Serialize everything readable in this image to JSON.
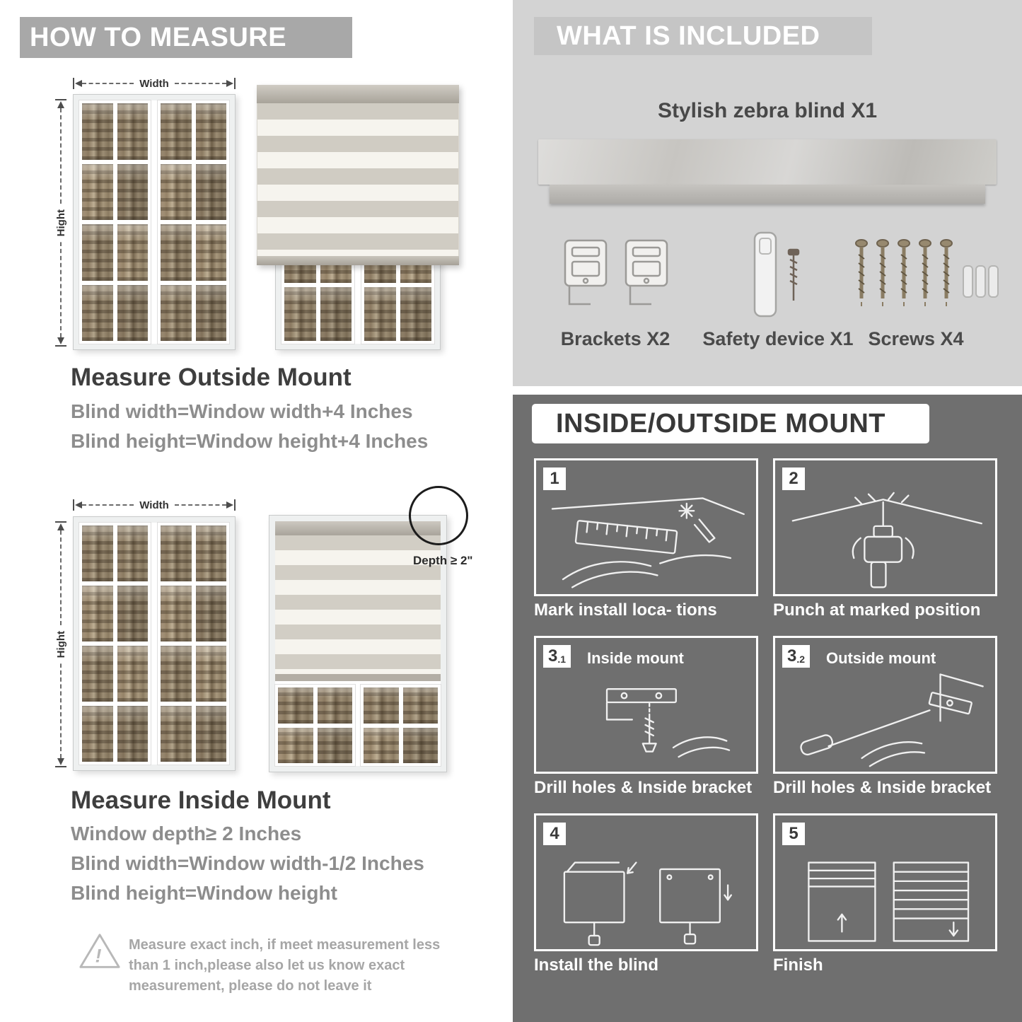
{
  "left": {
    "banner": "HOW TO MEASURE",
    "outside": {
      "width_label": "Width",
      "height_label": "Hight",
      "heading": "Measure Outside Mount",
      "lines": [
        "Blind width=Window width+4 Inches",
        "Blind height=Window height+4 Inches"
      ]
    },
    "inside": {
      "width_label": "Width",
      "height_label": "Hight",
      "depth_label": "Depth ≥ 2\"",
      "heading": "Measure Inside Mount",
      "lines": [
        "Window depth≥ 2 Inches",
        "Blind width=Window width-1/2 Inches",
        "Blind height=Window height"
      ]
    },
    "note": "Measure exact inch, if meet measurement less than 1 inch,please also let us know exact measurement, please do not leave it"
  },
  "included": {
    "banner": "WHAT IS INCLUDED",
    "product": "Stylish zebra blind X1",
    "items": [
      {
        "icon": "bracket-icon",
        "label": "Brackets X2"
      },
      {
        "icon": "safety-device-icon",
        "label": "Safety device X1"
      },
      {
        "icon": "screws-icon",
        "label": "Screws X4"
      }
    ]
  },
  "mount": {
    "banner": "INSIDE/OUTSIDE MOUNT",
    "steps": [
      {
        "num": "1",
        "sub": "",
        "label": "",
        "caption": "Mark install loca- tions"
      },
      {
        "num": "2",
        "sub": "",
        "label": "",
        "caption": "Punch at  marked position"
      },
      {
        "num": "3",
        "sub": ".1",
        "label": "Inside mount",
        "caption": "Drill holes &  Inside bracket"
      },
      {
        "num": "3",
        "sub": ".2",
        "label": "Outside mount",
        "caption": "Drill holes &  Inside bracket"
      },
      {
        "num": "4",
        "sub": "",
        "label": "",
        "caption": "Install the blind"
      },
      {
        "num": "5",
        "sub": "",
        "label": "",
        "caption": "Finish"
      }
    ]
  },
  "colors": {
    "banner_gray": "#a8a8a8",
    "included_panel": "#d3d3d3",
    "included_banner": "#c5c5c5",
    "mount_panel": "#6f6f6f",
    "heading_text": "#3e3e3e",
    "body_text": "#8d8d8d"
  }
}
